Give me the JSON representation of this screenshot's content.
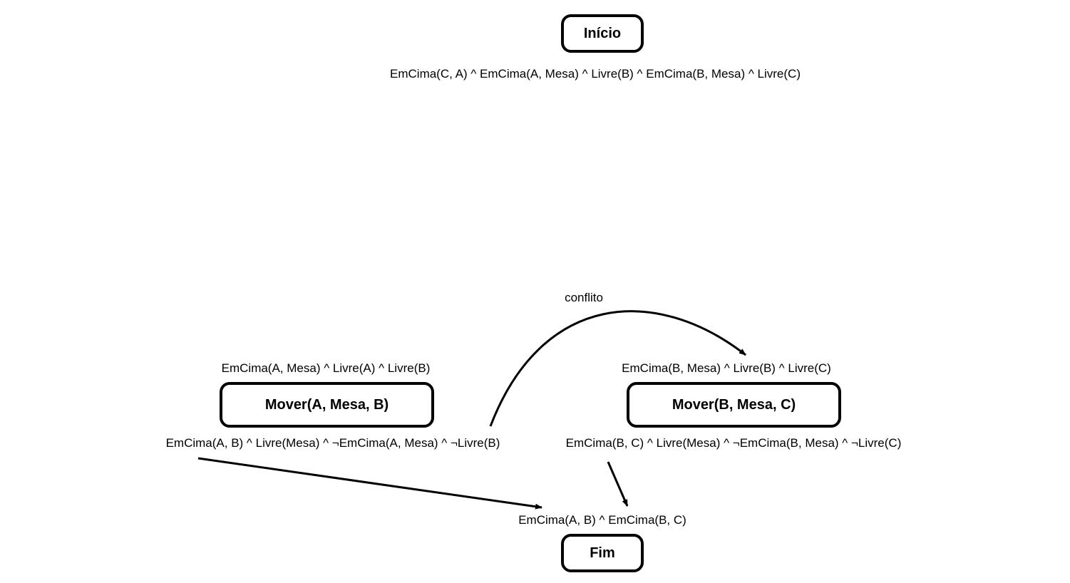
{
  "nodes": {
    "start": {
      "label": "Início"
    },
    "action1": {
      "label": "Mover(A, Mesa, B)"
    },
    "action2": {
      "label": "Mover(B, Mesa, C)"
    },
    "end": {
      "label": "Fim"
    }
  },
  "conditions": {
    "start_effects": "EmCima(C, A) ^ EmCima(A, Mesa) ^ Livre(B) ^ EmCima(B, Mesa) ^ Livre(C)",
    "action1_pre": "EmCima(A, Mesa) ^ Livre(A) ^ Livre(B)",
    "action1_effects": "EmCima(A, B) ^ Livre(Mesa) ^ ¬EmCima(A, Mesa) ^ ¬Livre(B)",
    "action2_pre": "EmCima(B, Mesa) ^ Livre(B) ^ Livre(C)",
    "action2_effects": "EmCima(B, C) ^ Livre(Mesa) ^ ¬EmCima(B, Mesa) ^ ¬Livre(C)",
    "end_pre": "EmCima(A, B) ^ EmCima(B, C)"
  },
  "edges": {
    "conflict_label": "conflito"
  },
  "colors": {
    "stroke": "#000000",
    "background": "#ffffff"
  }
}
